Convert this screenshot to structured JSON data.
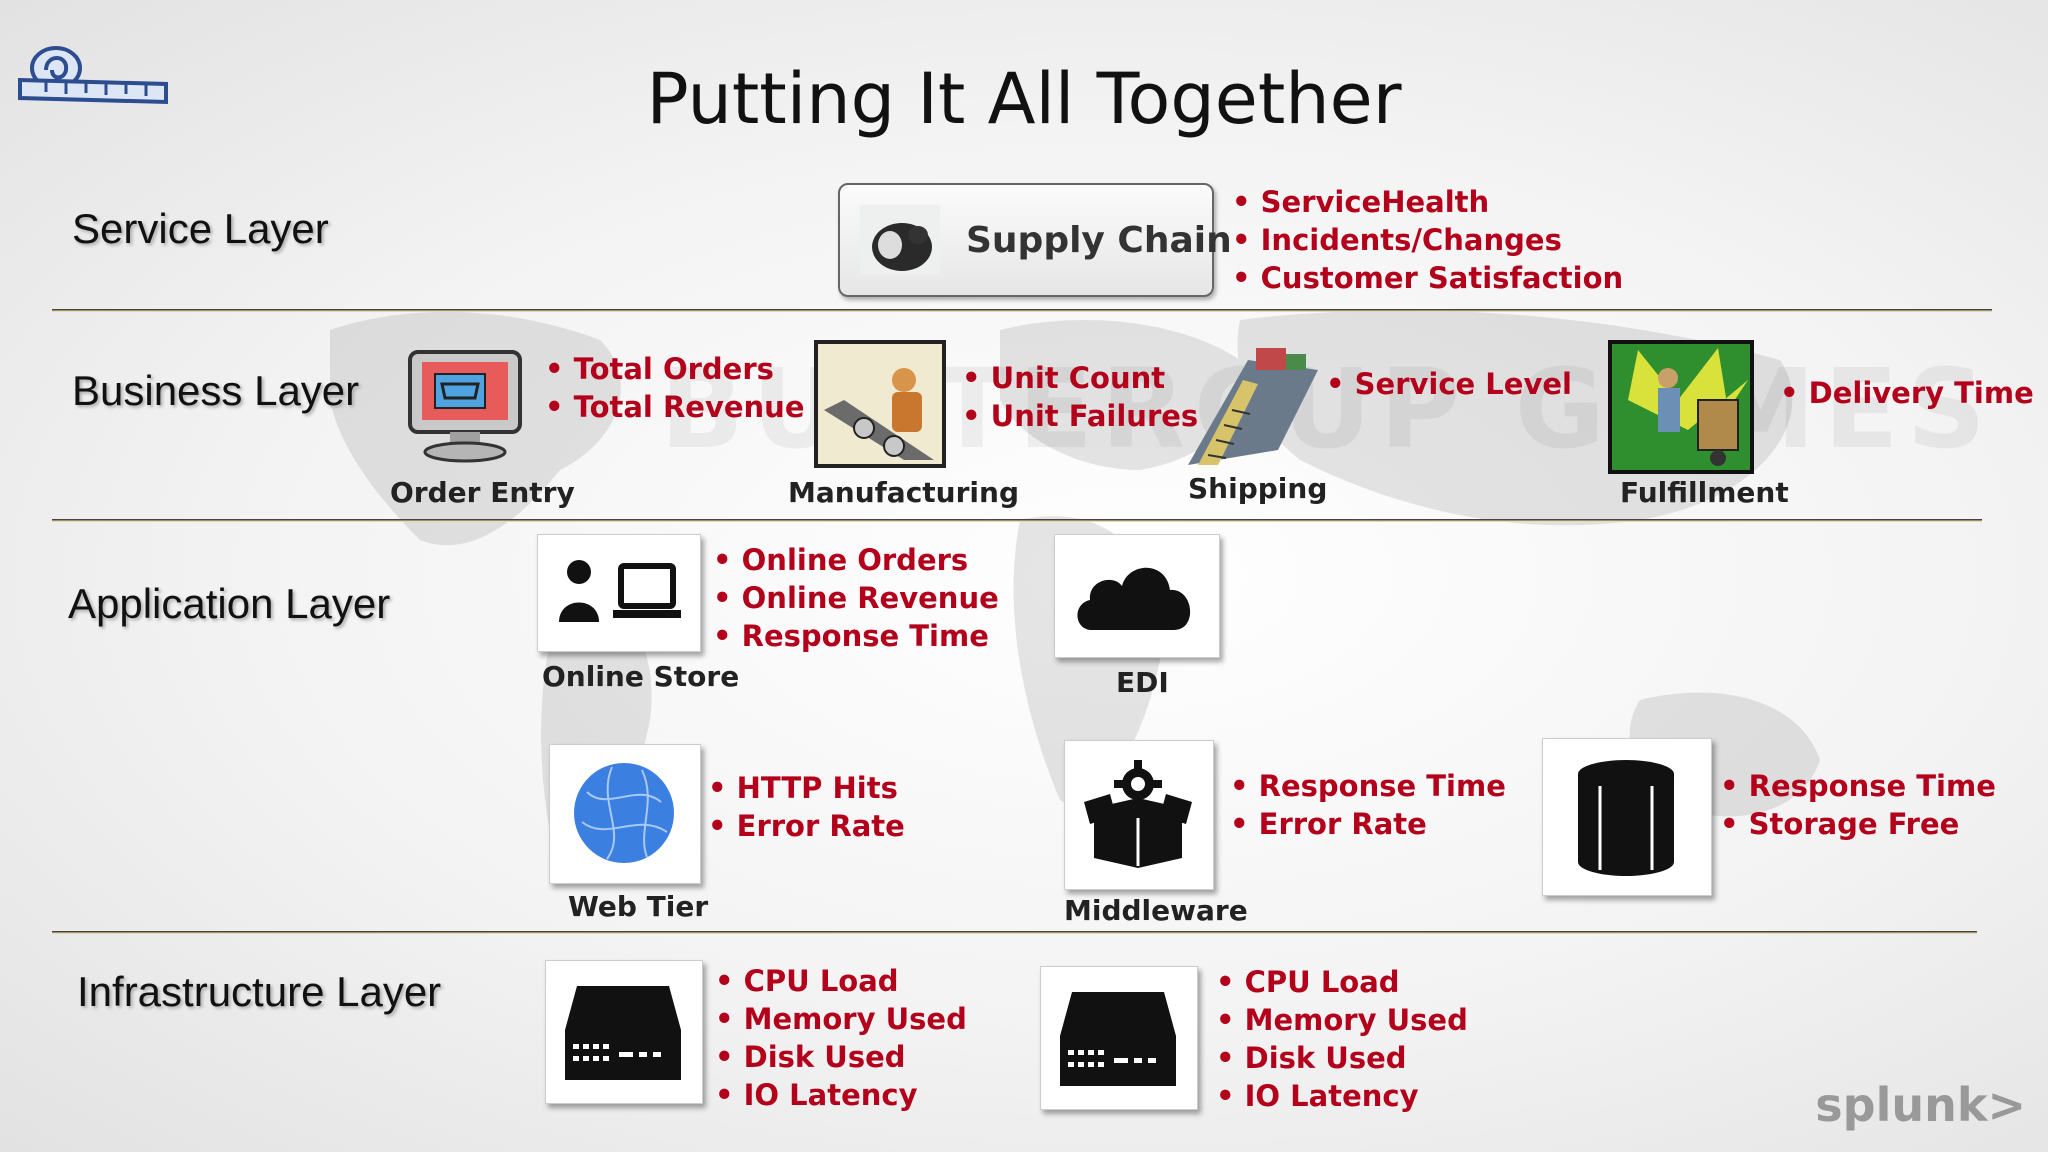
{
  "title": "Putting It All Together",
  "layers": {
    "service": "Service Layer",
    "business": "Business Layer",
    "application": "Application Layer",
    "infrastructure": "Infrastructure Layer"
  },
  "service": {
    "node_label": "Supply Chain",
    "metrics": [
      "ServiceHealth",
      "Incidents/Changes",
      "Customer Satisfaction"
    ]
  },
  "business": {
    "order_entry": {
      "label": "Order Entry",
      "metrics": [
        "Total Orders",
        "Total Revenue"
      ]
    },
    "manufacturing": {
      "label": "Manufacturing",
      "metrics": [
        "Unit Count",
        "Unit Failures"
      ]
    },
    "shipping": {
      "label": "Shipping",
      "metrics": [
        "Service Level"
      ]
    },
    "fulfillment": {
      "label": "Fulfillment",
      "metrics": [
        "Delivery Time"
      ]
    }
  },
  "application": {
    "online_store": {
      "label": "Online Store",
      "metrics": [
        "Online Orders",
        "Online Revenue",
        "Response Time"
      ]
    },
    "edi": {
      "label": "EDI"
    },
    "web_tier": {
      "label": "Web Tier",
      "metrics": [
        "HTTP Hits",
        "Error Rate"
      ]
    },
    "middleware": {
      "label": "Middleware",
      "metrics": [
        "Response Time",
        "Error Rate"
      ]
    },
    "database": {
      "metrics": [
        "Response Time",
        "Storage Free"
      ]
    }
  },
  "infrastructure": {
    "server1": {
      "metrics": [
        "CPU Load",
        "Memory Used",
        "Disk Used",
        "IO Latency"
      ]
    },
    "server2": {
      "metrics": [
        "CPU Load",
        "Memory Used",
        "Disk Used",
        "IO Latency"
      ]
    }
  },
  "logo_text": "splunk>",
  "colors": {
    "metric": "#b3001b",
    "divider": "#444444",
    "accent": "#e8dbb0"
  }
}
